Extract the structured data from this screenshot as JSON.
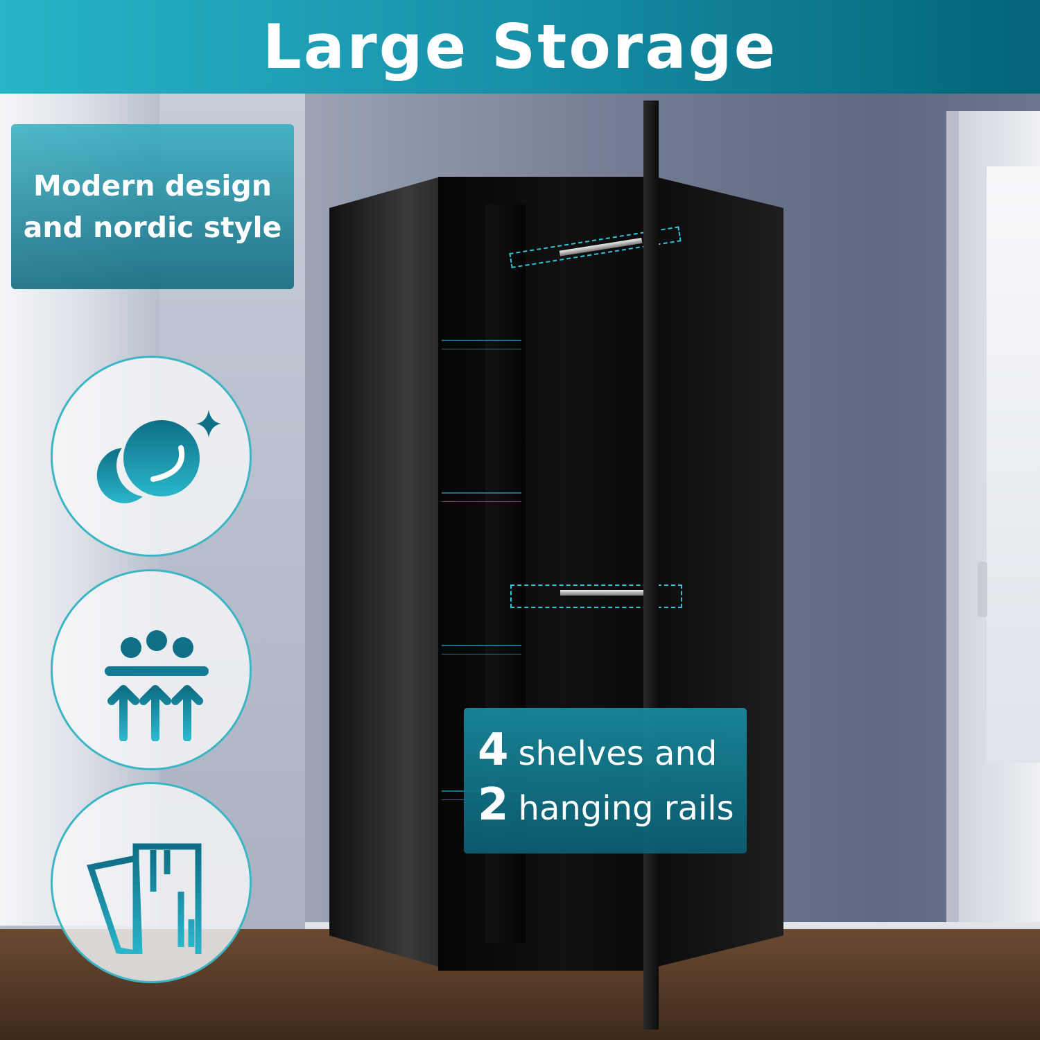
{
  "header": {
    "title": "Large Storage"
  },
  "feature_box": {
    "line1": "Modern design",
    "line2": "and nordic style"
  },
  "icons": [
    "bubbles-sparkle-icon",
    "load-bearing-arrows-icon",
    "documents-icon"
  ],
  "info_box": {
    "line1_num": "4",
    "line1_text": "shelves and",
    "line2_num": "2",
    "line2_text": "hanging rails"
  },
  "colors": {
    "accent": "#1790a8",
    "highlight": "#2fc4dc"
  }
}
